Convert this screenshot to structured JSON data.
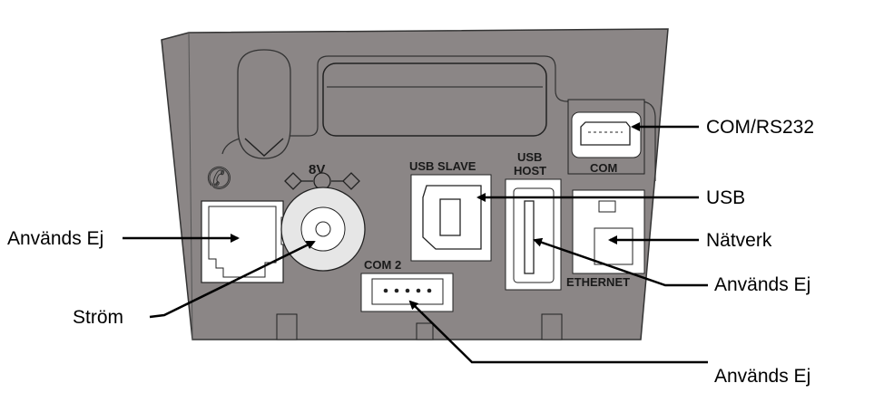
{
  "panel": {
    "power_rating": "8V",
    "usb_slave": "USB SLAVE",
    "usb_host_line1": "USB",
    "usb_host_line2": "HOST",
    "com": "COM",
    "com2": "COM 2",
    "ethernet": "ETHERNET"
  },
  "callouts": {
    "com_rs232": "COM/RS232",
    "usb": "USB",
    "network": "Nätverk",
    "usb_host_unused": "Används Ej",
    "com2_unused": "Används Ej",
    "phone_unused": "Används Ej",
    "power": "Ström"
  },
  "colors": {
    "body": "#8b8686",
    "port": "#ffffff",
    "line": "#000000"
  }
}
